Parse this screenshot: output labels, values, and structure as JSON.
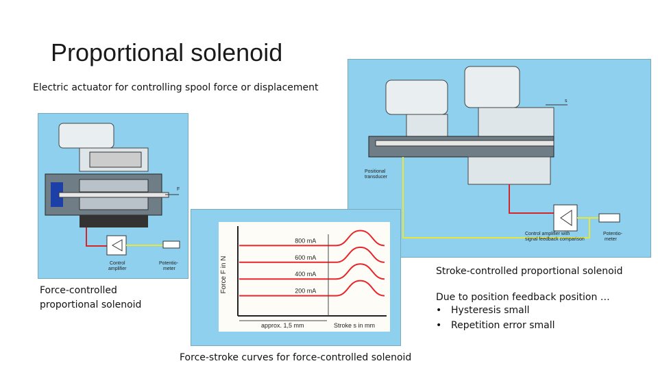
{
  "slide": {
    "title": "Proportional solenoid",
    "subtitle": "Electric actuator for controlling spool force or displacement"
  },
  "left_figure": {
    "caption_line1": "Force-controlled",
    "caption_line2": "proportional solenoid",
    "label_force": "F",
    "label_amp": "Control\namplifier",
    "label_pot": "Potentio-\nmeter"
  },
  "right_figure": {
    "caption": "Stroke-controlled proportional solenoid",
    "label_transducer": "Positional\ntransducer",
    "label_amp": "Control amplifier with\nsignal feedback comparison",
    "label_pot": "Potentio-\nmeter",
    "label_stroke": "s"
  },
  "chart_figure": {
    "caption": "Force-stroke curves for force-controlled solenoid",
    "ylabel": "Force F in N",
    "xlabel": "Stroke s in mm",
    "approx_label": "approx. 1,5 mm"
  },
  "feedback_note": {
    "heading": "Due to position feedback position …",
    "items": [
      "Hysteresis small",
      "Repetition error small"
    ]
  },
  "chart_data": {
    "type": "line",
    "title": "",
    "xlabel": "Stroke s in mm",
    "ylabel": "Force F in N",
    "series": [
      {
        "name": "800 mA",
        "x": [
          0,
          0.5,
          1.0,
          1.5,
          2.0,
          2.5,
          3.0
        ],
        "values": [
          4.0,
          4.0,
          4.0,
          4.0,
          4.0,
          4.9,
          4.0
        ]
      },
      {
        "name": "600 mA",
        "x": [
          0,
          0.5,
          1.0,
          1.5,
          2.0,
          2.5,
          3.0
        ],
        "values": [
          3.0,
          3.0,
          3.0,
          3.0,
          3.0,
          3.9,
          3.0
        ]
      },
      {
        "name": "400 mA",
        "x": [
          0,
          0.5,
          1.0,
          1.5,
          2.0,
          2.5,
          3.0
        ],
        "values": [
          2.0,
          2.0,
          2.0,
          2.0,
          2.0,
          2.9,
          2.0
        ]
      },
      {
        "name": "200 mA",
        "x": [
          0,
          0.5,
          1.0,
          1.5,
          2.0,
          2.5,
          3.0
        ],
        "values": [
          1.0,
          1.0,
          1.0,
          1.0,
          1.0,
          1.9,
          1.0
        ]
      }
    ],
    "annotations": [
      "approx. 1,5 mm"
    ],
    "grid": false
  },
  "colors": {
    "figure_bg": "#8fd0ee",
    "curve": "#e8232a",
    "wire_red": "#d3252b",
    "wire_yellow": "#e8e63a"
  }
}
